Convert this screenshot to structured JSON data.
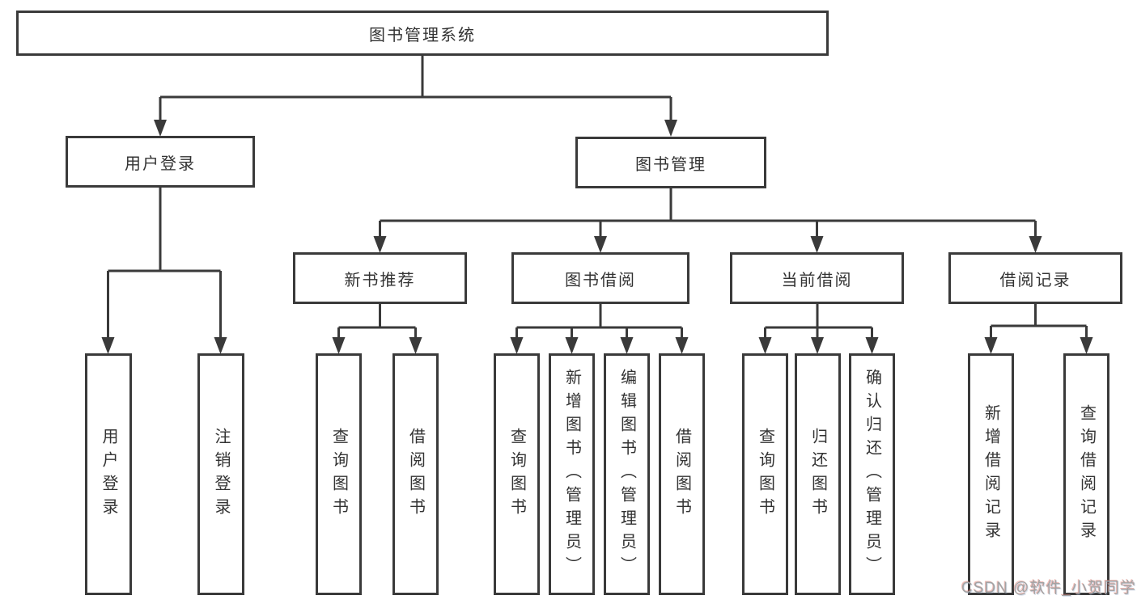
{
  "watermark": "CSDN @软件_小贺同学",
  "tree": {
    "root": "图书管理系统",
    "children": [
      {
        "label": "用户登录",
        "children": [
          "用户登录",
          "注销登录"
        ]
      },
      {
        "label": "图书管理",
        "children": [
          {
            "label": "新书推荐",
            "children": [
              "查询图书",
              "借阅图书"
            ]
          },
          {
            "label": "图书借阅",
            "children": [
              "查询图书",
              "新增图书（管理员）",
              "编辑图书（管理员）",
              "借阅图书"
            ]
          },
          {
            "label": "当前借阅",
            "children": [
              "查询图书",
              "归还图书",
              "确认归还（管理员）"
            ]
          },
          {
            "label": "借阅记录",
            "children": [
              "新增借阅记录",
              "查询借阅记录"
            ]
          }
        ]
      }
    ]
  }
}
